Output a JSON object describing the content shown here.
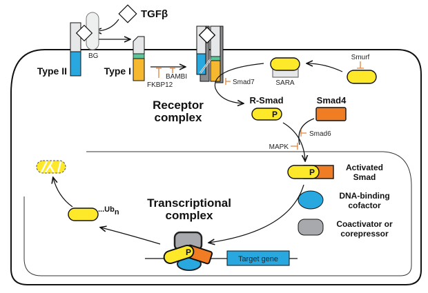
{
  "ligand": "TGFβ",
  "receptors": {
    "type2": "Type II",
    "type1": "Type I",
    "betaglycan": "BG"
  },
  "inhibitors": {
    "fkbp12": "FKBP12",
    "bambi": "BAMBI",
    "smad7": "Smad7",
    "smad6": "Smad6",
    "mapk": "MAPK",
    "smurf": "Smurf"
  },
  "receptor_complex": [
    "Receptor",
    "complex"
  ],
  "sara": "SARA",
  "r_smad": "R-Smad",
  "smad4": "Smad4",
  "phospho": "P",
  "transcriptional_complex": [
    "Transcriptional",
    "complex"
  ],
  "ubiquitin": {
    "prefix": "...Ub",
    "sub": "n"
  },
  "target_gene": "Target gene",
  "legend": [
    {
      "label": [
        "Activated",
        "Smad"
      ]
    },
    {
      "label": [
        "DNA-binding",
        "cofactor"
      ]
    },
    {
      "label": [
        "Coactivator or",
        "corepressor"
      ]
    }
  ],
  "colors": {
    "r_smad": "#fde92a",
    "smad4": "#f07c24",
    "type2_kinase": "#29a8e0",
    "type1_kinase": "#f5b82e",
    "gs_domain": "#5cc59a",
    "coactivator": "#a7a9ac",
    "inhibitor": "#e2813a"
  }
}
